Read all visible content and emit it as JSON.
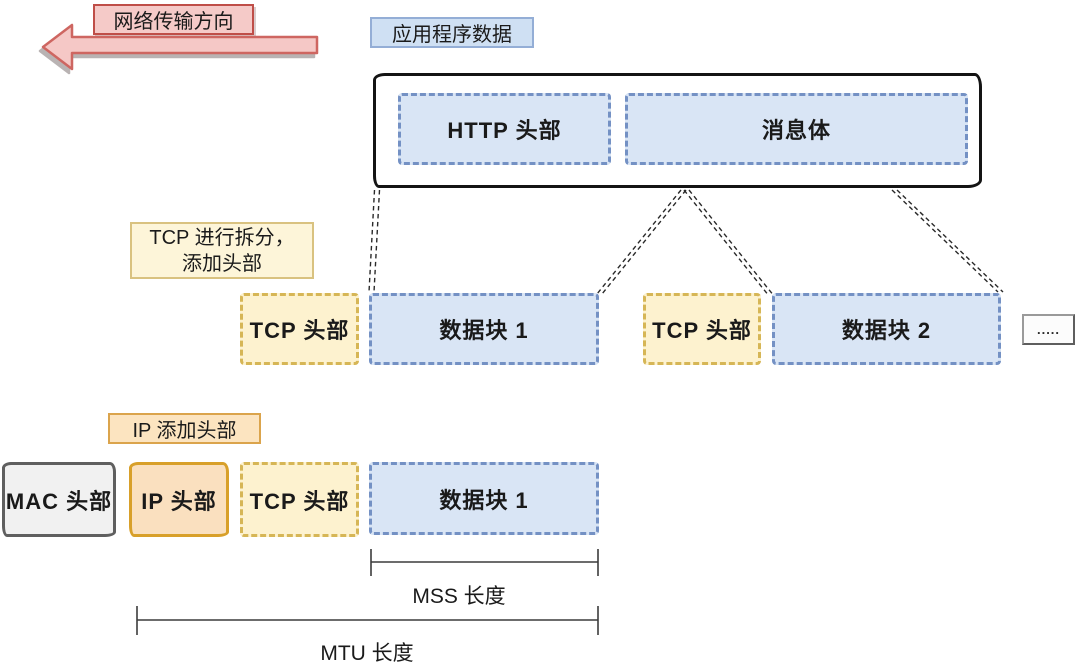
{
  "colors": {
    "blue_fill": "#d9e5f5",
    "blue_border": "#7491c4",
    "blue_label_fill": "#cfe0f3",
    "blue_label_border": "#94aed6",
    "yellow_fill": "#fdf2cf",
    "yellow_border": "#d6b656",
    "yellow_note_fill": "#fdf5d9",
    "yellow_note_border": "#d9c280",
    "orange_fill": "#fae0bf",
    "orange_border": "#d8a02a",
    "orange_note_fill": "#fce4c0",
    "orange_note_border": "#dba44c",
    "gray_fill": "#f1f1f1",
    "gray_border": "#5f5f5f",
    "pink_fill": "#f5c8c6",
    "pink_border": "#ce6661",
    "red_label_border": "#bf4e48",
    "big_box_border": "#141414",
    "text": "#1a1a1a"
  },
  "header": {
    "direction_label": "网络传输方向",
    "app_data_label": "应用程序数据"
  },
  "app_layer": {
    "http_header": "HTTP 头部",
    "message_body": "消息体"
  },
  "tcp_layer": {
    "note_line1": "TCP 进行拆分，",
    "note_line2": "添加头部",
    "segments": [
      {
        "header": "TCP 头部",
        "block": "数据块 1"
      },
      {
        "header": "TCP 头部",
        "block": "数据块 2"
      }
    ],
    "more": "....."
  },
  "ip_layer": {
    "note": "IP 添加头部",
    "mac_header": "MAC 头部",
    "ip_header": "IP 头部",
    "tcp_header": "TCP 头部",
    "data_block": "数据块 1"
  },
  "measures": {
    "mss": "MSS 长度",
    "mtu": "MTU 长度"
  }
}
